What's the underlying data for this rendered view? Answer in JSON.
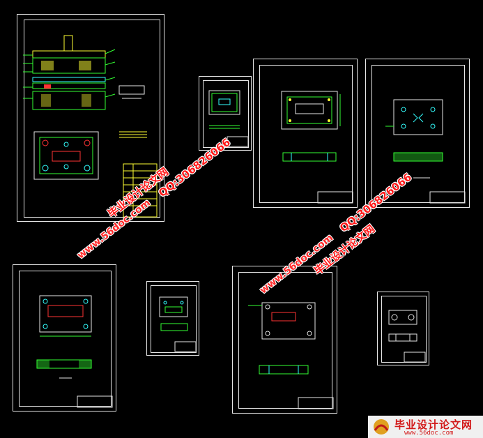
{
  "watermarks": {
    "site_cn": "毕业设计论文网",
    "qq": "QQ:306826066",
    "url": "www.56doc.com"
  },
  "logo": {
    "title": "毕业设计论文网",
    "url": "www.56doc.com"
  },
  "colors": {
    "background": "#000000",
    "frame": "#e6e6e6",
    "drawing_green": "#33ff33",
    "drawing_cyan": "#33ffff",
    "drawing_red": "#ff3333",
    "drawing_yellow": "#ffff33",
    "watermark_red": "#ff1a1a"
  },
  "sheets": [
    "assembly-drawing",
    "part-drawing-small-1",
    "part-drawing-plate-1",
    "part-drawing-plate-2",
    "part-drawing-plate-3",
    "part-drawing-small-2",
    "part-drawing-plate-4",
    "part-drawing-small-3"
  ]
}
